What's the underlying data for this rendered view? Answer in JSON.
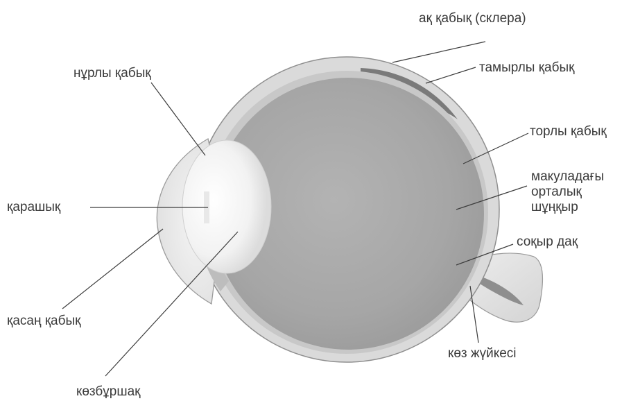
{
  "labels": {
    "sclera": "ақ қабық (склера)",
    "choroid": "тамырлы қабық",
    "iris": "нұрлы қабық",
    "retina": "торлы қабық",
    "macula_line1": "макуладағы",
    "macula_line2": "орталық",
    "macula_line3": "шұңқыр",
    "pupil": "қарашық",
    "blind_spot": "соқыр дақ",
    "cornea": "қасаң қабық",
    "optic_nerve": "көз жүйкесі",
    "lens": "көзбұршақ"
  },
  "colors": {
    "background": "#ffffff",
    "label_text": "#3a3a3a",
    "leader_line": "#3c3c3c",
    "sclera": "#d9d9d9",
    "choroid": "#7d7d7d",
    "vitreous": "#a9a9a9",
    "lens": "#f4f4f4"
  }
}
